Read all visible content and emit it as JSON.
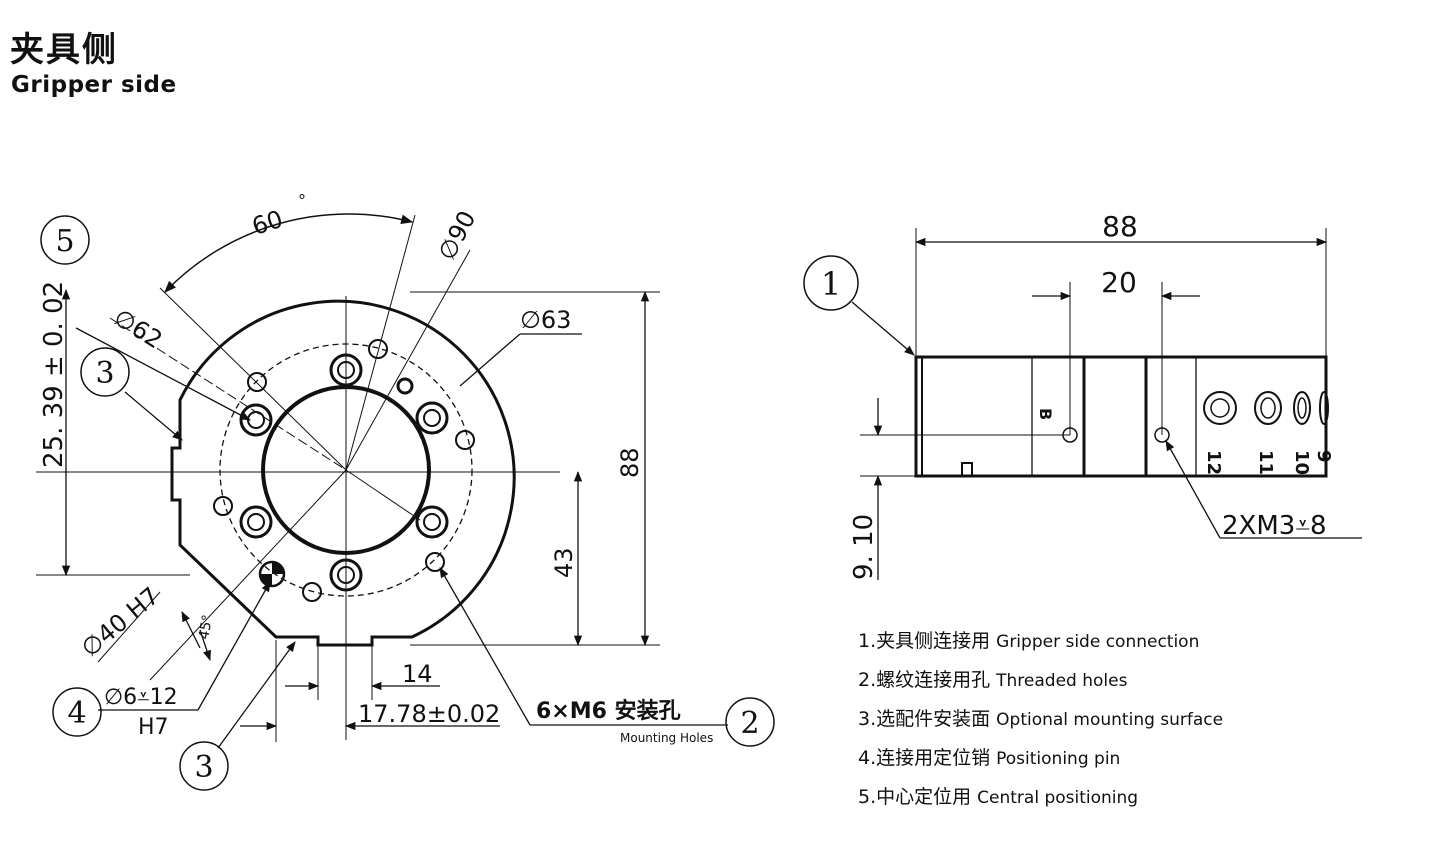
{
  "header": {
    "title_cn": "夹具侧",
    "title_en": "Gripper side"
  },
  "front_view": {
    "callout_5": "5",
    "callout_3a": "3",
    "callout_4": "4",
    "callout_3b": "3",
    "callout_2": "2",
    "dim_vertical_left": "25. 39 ± 0. 02",
    "dim_angle": "60",
    "dim_angle_unit": "°",
    "dim_d90": "∅90",
    "dim_d62": "∅62",
    "dim_d63": "∅63",
    "dim_height": "88",
    "dim_43": "43",
    "dim_d40": "∅40 H7",
    "dim_45": "45°",
    "dim_pin": "∅6⩡12",
    "dim_pin_tol": "H7",
    "dim_14": "14",
    "dim_1778": "17.78±0.02",
    "holes_label": "6×M6 安装孔",
    "holes_sub": "Mounting Holes"
  },
  "side_view": {
    "callout_1": "1",
    "dim_88": "88",
    "dim_20": "20",
    "dim_910": "9. 10",
    "thread_label": "2XM3⩡8",
    "mark_b": "B",
    "mark_12": "12",
    "mark_11": "11",
    "mark_10": "10",
    "mark_9": "9"
  },
  "legend": {
    "items": [
      {
        "cn": "1.夹具侧连接用",
        "en": "Gripper side connection"
      },
      {
        "cn": "2.螺纹连接用孔",
        "en": "Threaded holes"
      },
      {
        "cn": "3.选配件安装面",
        "en": "Optional mounting surface"
      },
      {
        "cn": "4.连接用定位销",
        "en": "Positioning pin"
      },
      {
        "cn": "5.中心定位用",
        "en": "Central positioning"
      }
    ]
  }
}
